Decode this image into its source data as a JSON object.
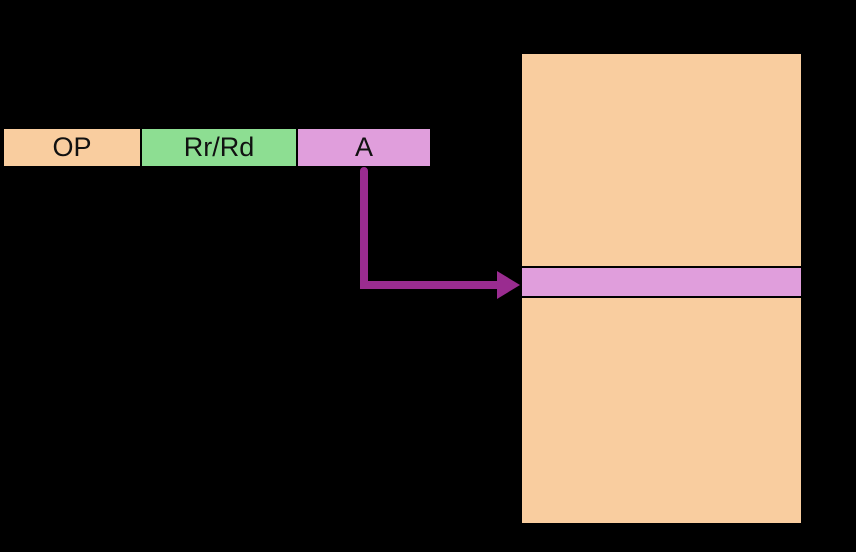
{
  "diagram": {
    "background_color": "#000000",
    "border_color": "#000000",
    "instruction_word": {
      "fields": [
        {
          "label": "OP",
          "color": "#F9CD9F"
        },
        {
          "label": "Rr/Rd",
          "color": "#8DDE92"
        },
        {
          "label": "A",
          "color": "#E09EDC"
        }
      ]
    },
    "memory": {
      "region_color": "#F9CD9F",
      "addressed_cell_color": "#E09EDC"
    },
    "arrow": {
      "color": "#9A2C90"
    }
  }
}
